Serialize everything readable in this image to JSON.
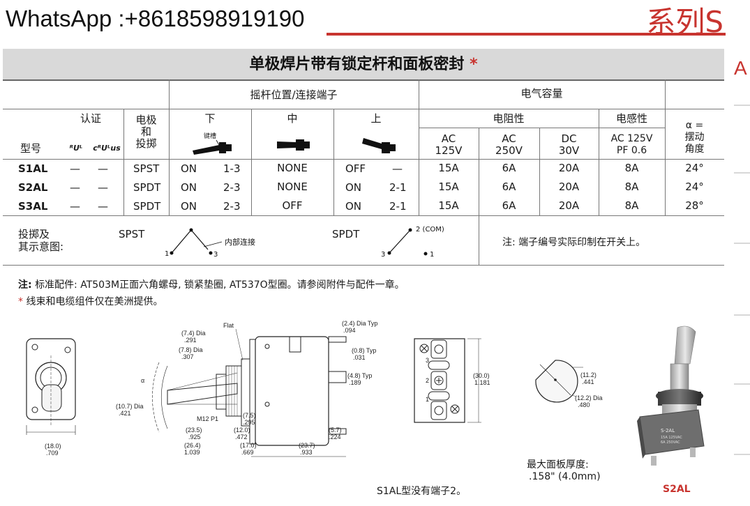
{
  "header": {
    "contact": "WhatsApp :+8618598919190",
    "series": "系列S",
    "side_letter": "A"
  },
  "table": {
    "title": "单极焊片带有锁定杆和面板密封",
    "title_mark": "*",
    "group_lever": "摇杆位置/连接端子",
    "group_electric": "电气容量",
    "col_model": "型号",
    "col_cert": "认证",
    "col_pole": [
      "电极",
      "和",
      "投掷"
    ],
    "pos_down": "下",
    "pos_mid": "中",
    "pos_up": "上",
    "keyway": "键槽",
    "resistive": "电阻性",
    "inductive": "电感性",
    "ac125": [
      "AC",
      "125V"
    ],
    "ac250": [
      "AC",
      "250V"
    ],
    "dc30": [
      "DC",
      "30V"
    ],
    "ind_rating": [
      "AC 125V",
      "PF 0.6"
    ],
    "angle": [
      "α =",
      "摆动",
      "角度"
    ],
    "cert_ul": "ᴿUᴸ",
    "cert_cul": "cᴿUᴸus",
    "rows": [
      {
        "model": "S1AL",
        "c1": "—",
        "c2": "—",
        "pole": "SPST",
        "d1": "ON",
        "d2": "1-3",
        "mid": "NONE",
        "u1": "OFF",
        "u2": "—",
        "r1": "15A",
        "r2": "6A",
        "r3": "20A",
        "ind": "8A",
        "ang": "24°"
      },
      {
        "model": "S2AL",
        "c1": "—",
        "c2": "—",
        "pole": "SPDT",
        "d1": "ON",
        "d2": "2-3",
        "mid": "NONE",
        "u1": "ON",
        "u2": "2-1",
        "r1": "15A",
        "r2": "6A",
        "r3": "20A",
        "ind": "8A",
        "ang": "24°"
      },
      {
        "model": "S3AL",
        "c1": "—",
        "c2": "—",
        "pole": "SPDT",
        "d1": "ON",
        "d2": "2-3",
        "mid": "OFF",
        "u1": "ON",
        "u2": "2-1",
        "r1": "15A",
        "r2": "6A",
        "r3": "20A",
        "ind": "8A",
        "ang": "28°"
      }
    ],
    "schematic_label": [
      "投掷及",
      "其示意图:"
    ],
    "spst": "SPST",
    "spdt": "SPDT",
    "internal": "内部连接",
    "com": "2 (COM)",
    "t1": "1",
    "t2": "2",
    "t3": "3",
    "terminal_note": "注: 端子编号实际印制在开关上。"
  },
  "notes": {
    "label": "注:",
    "line1": "标准配件: AT503M正面六角螺母, 锁紧垫圈, AT537O型圈。请参阅附件与配件一章。",
    "star": "*",
    "line2": "线束和电缆组件仅在美洲提供。"
  },
  "drawing": {
    "front_w": [
      "(18.0)",
      ".709"
    ],
    "flat": "Flat",
    "d74": [
      "(7.4) Dia",
      ".291"
    ],
    "d78": [
      "(7.8) Dia",
      ".307"
    ],
    "d107": [
      "(10.7) Dia",
      ".421"
    ],
    "alpha": "α",
    "m12": "M12 P1",
    "d75": [
      "(7.5)",
      ".295"
    ],
    "d120": [
      "(12.0)",
      ".472"
    ],
    "d235": [
      "(23.5)",
      ".925"
    ],
    "d264": [
      "(26.4)",
      "1.039"
    ],
    "d170": [
      "(17.0)",
      ".669"
    ],
    "d237": [
      "(23.7)",
      ".933"
    ],
    "d57": [
      "(5.7)",
      ".224"
    ],
    "d24": [
      "(2.4) Dia Typ",
      ".094"
    ],
    "d08": [
      "(0.8) Typ",
      ".031"
    ],
    "d48": [
      "(4.8) Typ",
      ".189"
    ],
    "d300": [
      "(30.0)",
      "1.181"
    ],
    "term1": "1",
    "term2": "2",
    "term3": "3",
    "d112": [
      "(11.2)",
      ".441"
    ],
    "d122": [
      "(12.2) Dia",
      ".480"
    ],
    "panel_label": "最大面板厚度:",
    "panel_value": ".158\" (4.0mm)",
    "s1al_note": "S1AL型没有端子2。",
    "photo_caption": "S2AL",
    "photo_label": [
      "S-2AL",
      "15A 125VAC",
      "6A 250VAC"
    ]
  },
  "colors": {
    "accent": "#c8342f",
    "header_gray": "#d9d9d9",
    "line": "#777777"
  }
}
